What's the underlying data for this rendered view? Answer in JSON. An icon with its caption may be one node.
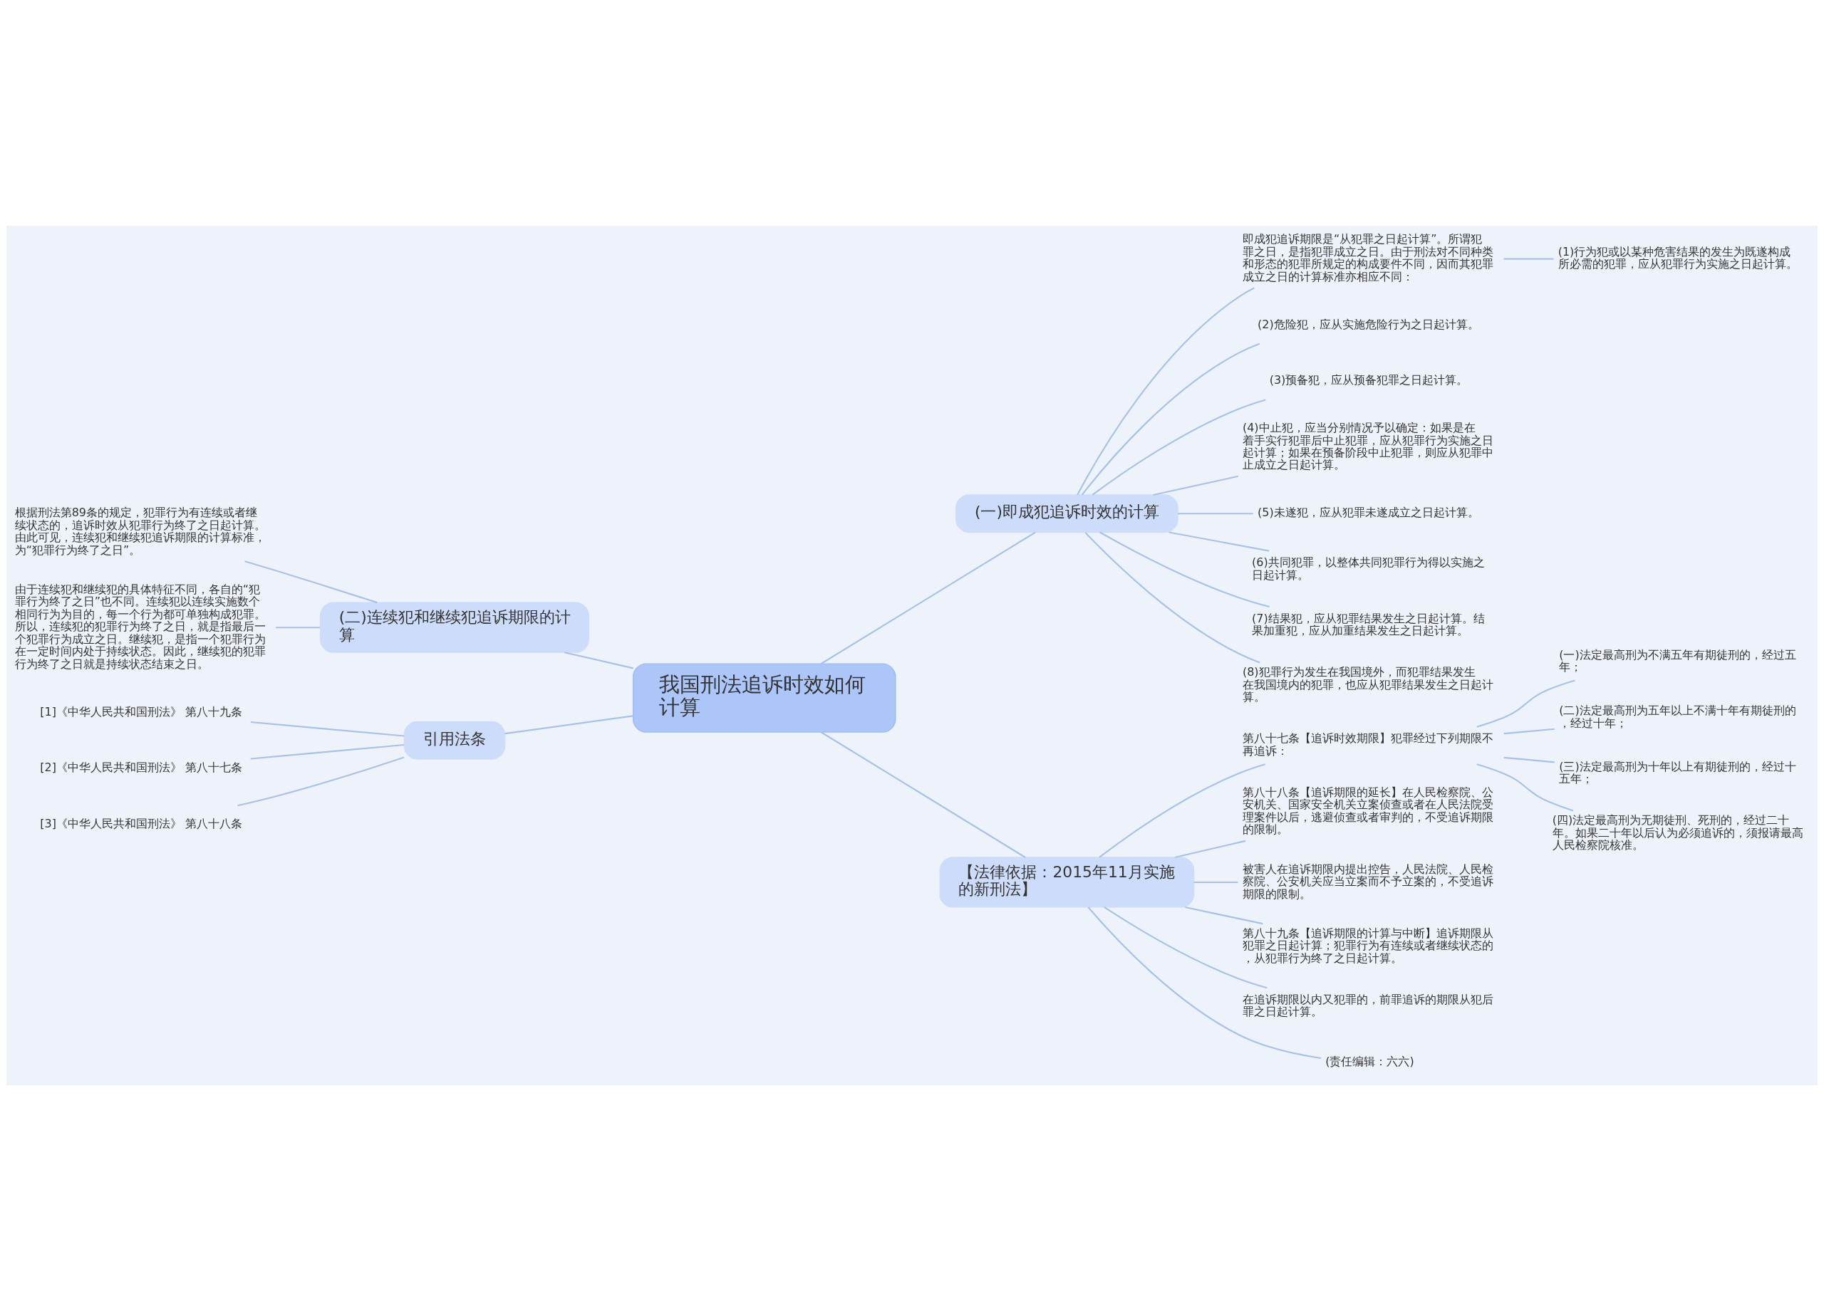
{
  "diagram": {
    "nodes": [
      {
        "text": [
          "我国刑法追诉时效如何计算"
        ]
      },
      {
        "text": [
          "(一)即成犯追诉时效的计算"
        ]
      },
      {
        "text": [
          "即成犯追诉期限是“从犯罪之日起计算”。所谓犯罪之日，是指犯罪成立之日。由于刑法对不同种类和形态的犯罪所规定的构成要件不同，因而其犯罪成立之日的计算标准亦相应不同："
        ]
      },
      {
        "text": [
          "(1)行为犯或以某种危害结果的发生为既遂构成所必需的犯罪，应从犯罪行为实施之日起计算。"
        ]
      },
      {
        "text": [
          "(2)危险犯，应从实施危险行为之日起计算。"
        ]
      },
      {
        "text": [
          "(3)预备犯，应从预备犯罪之日起计算。"
        ]
      },
      {
        "text": [
          "(4)中止犯，应当分别情况予以确定：如果是在着手实行犯罪后中止犯罪，应从犯罪行为实施之日起计算；如果在预备阶段中止犯罪，则应从犯罪中止成立之日起计算。"
        ]
      },
      {
        "text": [
          "(5)未遂犯，应从犯罪未遂成立之日起计算。"
        ]
      },
      {
        "text": [
          "(6)共同犯罪，以整体共同犯罪行为得以实施之日起计算。"
        ]
      },
      {
        "text": [
          "(7)结果犯，应从犯罪结果发生之日起计算。结果加重犯，应从加重结果发生之日起计算。"
        ]
      },
      {
        "text": [
          "(8)犯罪行为发生在我国境外，而犯罪结果发生在我国境内的犯罪，也应从犯罪结果发生之日起计算。"
        ]
      },
      {
        "text": [
          "(二)连续犯和继续犯追诉期限的计算"
        ]
      },
      {
        "text": [
          "根据刑法第89条的规定，犯罪行为有连续或者继续状态的，追诉时效从犯罪行为终了之日起计算。由此可见，连续犯和继续犯追诉期限的计算标准，为“犯罪行为终了之日”。"
        ]
      },
      {
        "text": [
          "由于连续犯和继续犯的具体特征不同，各自的“犯罪行为终了之日”也不同。连续犯以连续实施数个相同行为为目的，每一个行为都可单独构成犯罪。所以，连续犯的犯罪行为终了之日，就是指最后一个犯罪行为成立之日。继续犯，是指一个犯罪行为在一定时间内处于持续状态。因此，继续犯的犯罪行为终了之日就是持续状态结束之日。"
        ]
      },
      {
        "text": [
          "引用法条"
        ]
      },
      {
        "text": [
          "[1]《中华人民共和国刑法》 第八十九条"
        ]
      },
      {
        "text": [
          "[2]《中华人民共和国刑法》 第八十七条"
        ]
      },
      {
        "text": [
          "[3]《中华人民共和国刑法》 第八十八条"
        ]
      },
      {
        "text": [
          "【法律依据：2015年11月实施的新刑法】"
        ]
      },
      {
        "text": [
          "第八十七条【追诉时效期限】犯罪经过下列期限不再追诉："
        ]
      },
      {
        "text": [
          "(一)法定最高刑为不满五年有期徒刑的，经过五年；"
        ]
      },
      {
        "text": [
          "(二)法定最高刑为五年以上不满十年有期徒刑的，经过十年；"
        ]
      },
      {
        "text": [
          "(三)法定最高刑为十年以上有期徒刑的，经过十五年；"
        ]
      },
      {
        "text": [
          "(四)法定最高刑为无期徒刑、死刑的，经过二十年。如果二十年以后认为必须追诉的，须报请最高人民检察院核准。"
        ]
      },
      {
        "text": [
          "第八十八条【追诉期限的延长】在人民检察院、公安机关、国家安全机关立案侦查或者在人民法院受理案件以后，逃避侦查或者审判的，不受追诉期限的限制。"
        ]
      },
      {
        "text": [
          "被害人在追诉期限内提出控告，人民法院、人民检察院、公安机关应当立案而不予立案的，不受追诉期限的限制。"
        ]
      },
      {
        "text": [
          "第八十九条【追诉期限的计算与中断】追诉期限从犯罪之日起计算；犯罪行为有连续或者继续状态的，从犯罪行为终了之日起计算。"
        ]
      },
      {
        "text": [
          "在追诉期限以内又犯罪的，前罪追诉的期限从犯后罪之日起计算。"
        ]
      },
      {
        "text": [
          "(责任编辑：六六)"
        ]
      }
    ],
    "edges": [
      {
        "from": 0,
        "to": 1,
        "arrow": "none"
      },
      {
        "from": 1,
        "to": 2,
        "arrow": "none"
      },
      {
        "from": 2,
        "to": 3,
        "arrow": "none"
      },
      {
        "from": 1,
        "to": 4,
        "arrow": "none"
      },
      {
        "from": 1,
        "to": 5,
        "arrow": "none"
      },
      {
        "from": 1,
        "to": 6,
        "arrow": "none"
      },
      {
        "from": 1,
        "to": 7,
        "arrow": "none"
      },
      {
        "from": 1,
        "to": 8,
        "arrow": "none"
      },
      {
        "from": 1,
        "to": 9,
        "arrow": "none"
      },
      {
        "from": 1,
        "to": 10,
        "arrow": "none"
      },
      {
        "from": 0,
        "to": 11,
        "arrow": "none"
      },
      {
        "from": 11,
        "to": 12,
        "arrow": "none"
      },
      {
        "from": 11,
        "to": 13,
        "arrow": "none"
      },
      {
        "from": 0,
        "to": 14,
        "arrow": "none"
      },
      {
        "from": 14,
        "to": 15,
        "arrow": "none"
      },
      {
        "from": 14,
        "to": 16,
        "arrow": "none"
      },
      {
        "from": 14,
        "to": 17,
        "arrow": "none"
      },
      {
        "from": 0,
        "to": 18,
        "arrow": "none"
      },
      {
        "from": 18,
        "to": 19,
        "arrow": "none"
      },
      {
        "from": 19,
        "to": 20,
        "arrow": "none"
      },
      {
        "from": 19,
        "to": 21,
        "arrow": "none"
      },
      {
        "from": 19,
        "to": 22,
        "arrow": "none"
      },
      {
        "from": 19,
        "to": 23,
        "arrow": "none"
      },
      {
        "from": 18,
        "to": 24,
        "arrow": "none"
      },
      {
        "from": 18,
        "to": 25,
        "arrow": "none"
      },
      {
        "from": 18,
        "to": 26,
        "arrow": "none"
      },
      {
        "from": 18,
        "to": 27,
        "arrow": "none"
      },
      {
        "from": 18,
        "to": 28,
        "arrow": "none"
      }
    ]
  }
}
